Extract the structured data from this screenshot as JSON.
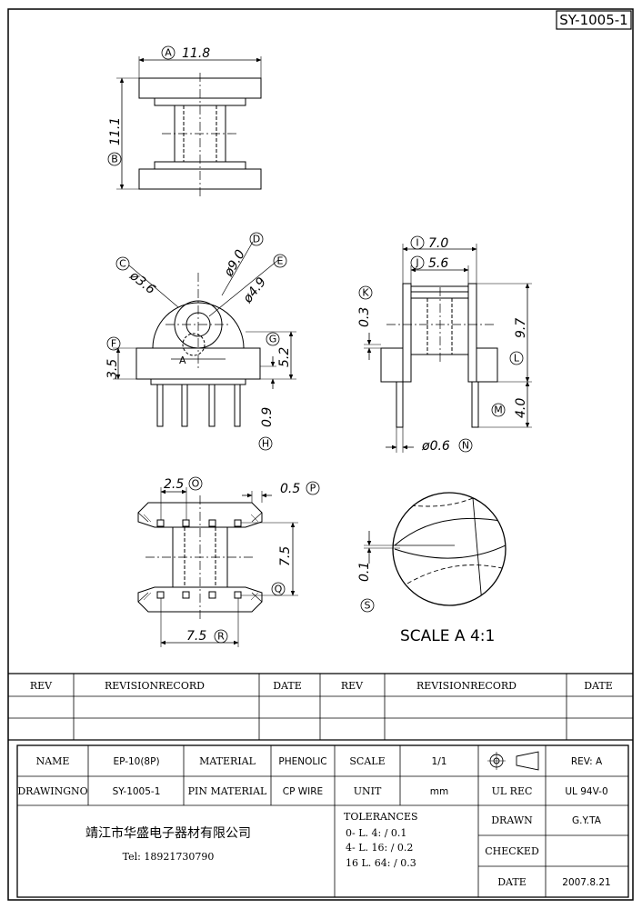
{
  "drawing_id": "SY-1005-1",
  "views": {
    "front": {
      "dim_a": "11.8",
      "dim_b": "11.1",
      "letters": [
        "A",
        "B"
      ]
    },
    "top": {
      "dim_c": "ø3.6",
      "dim_d": "ø9.0",
      "dim_e": "ø4.9",
      "dim_f": "3.5",
      "dim_g": "5.2",
      "dim_h": "0.9",
      "section_mark": "A",
      "letters": [
        "C",
        "D",
        "E",
        "F",
        "G",
        "H"
      ]
    },
    "side": {
      "dim_i": "7.0",
      "dim_j": "5.6",
      "dim_k": "0.3",
      "dim_l": "9.7",
      "dim_m": "4.0",
      "dim_n": "ø0.6",
      "letters": [
        "I",
        "J",
        "K",
        "L",
        "M",
        "N"
      ]
    },
    "bottom": {
      "dim_o": "2.5",
      "dim_p": "0.5",
      "dim_q": "7.5",
      "dim_r": "7.5",
      "letters": [
        "O",
        "P",
        "Q",
        "R"
      ]
    },
    "detail": {
      "dim_s": "0.1",
      "letter": "S",
      "caption": "SCALE A  4:1"
    }
  },
  "revision_table": {
    "headers": [
      "REV",
      "REVISIONRECORD",
      "DATE",
      "REV",
      "REVISIONRECORD",
      "DATE"
    ]
  },
  "title_block": {
    "name_label": "NAME",
    "name_value": "EP-10(8P)",
    "material_label": "MATERIAL",
    "material_value": "PHENOLIC",
    "scale_label": "SCALE",
    "scale_value": "1/1",
    "rev_label": "REV: A",
    "drawingno_label": "DRAWINGNO",
    "drawingno_value": "SY-1005-1",
    "pin_material_label": "PIN MATERIAL",
    "pin_material_value": "CP WIRE",
    "unit_label": "UNIT",
    "unit_value": "mm",
    "ul_rec_label": "UL REC",
    "ul_rec_value": "UL 94V-0",
    "company": "靖江市华盛电子器材有限公司",
    "tel": "Tel: 18921730790",
    "tolerances_label": "TOLERANCES",
    "tolerances": [
      "0- L. 4: / 0.1",
      "4- L. 16: / 0.2",
      "16  L. 64: / 0.3"
    ],
    "drawn_label": "DRAWN",
    "drawn_value": "G.Y.TA",
    "checked_label": "CHECKED",
    "checked_value": "",
    "date_label": "DATE",
    "date_value": "2007.8.21"
  }
}
